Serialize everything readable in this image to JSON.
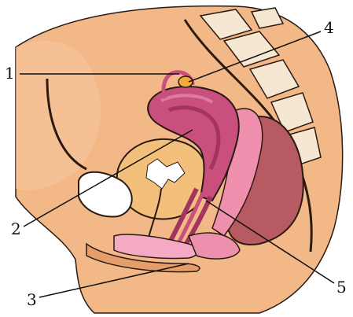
{
  "colors": {
    "skin": "#f3b887",
    "skin_shadow": "#e59d6a",
    "outline": "#2a1a12",
    "spine": "#f6e7d2",
    "uterus": "#c94f7c",
    "uterus_dark": "#a23460",
    "uterus_highlight": "#e07aa0",
    "bladder": "#f2c07a",
    "rectum": "#b75a62",
    "pink_tissue": "#ef8fae",
    "vulva": "#f4a9c4",
    "ovary": "#f4a93a",
    "pubic_bone": "#ffffff"
  },
  "labels": [
    {
      "id": "1",
      "text": "1"
    },
    {
      "id": "2",
      "text": "2"
    },
    {
      "id": "3",
      "text": "3"
    },
    {
      "id": "4",
      "text": "4"
    },
    {
      "id": "5",
      "text": "5"
    }
  ]
}
